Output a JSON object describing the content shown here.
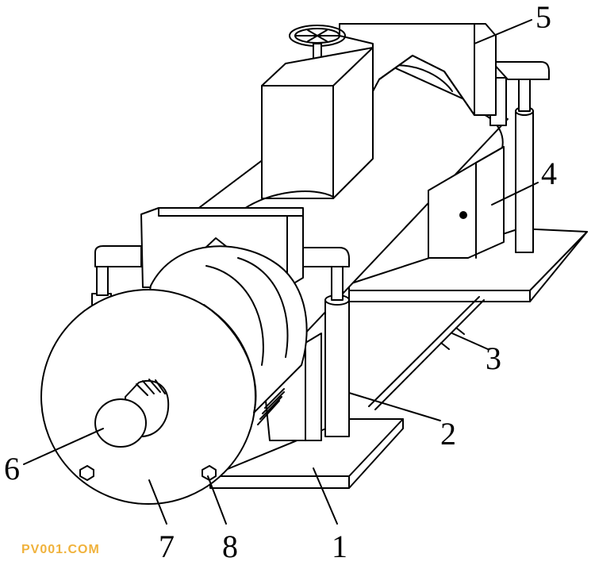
{
  "labels": {
    "l1": "1",
    "l2": "2",
    "l3": "3",
    "l4": "4",
    "l5": "5",
    "l6": "6",
    "l7": "7",
    "l8": "8"
  },
  "watermark": "PV001.COM",
  "colors": {
    "line": "#000000",
    "background": "#ffffff",
    "watermark": "#f0b23c"
  }
}
